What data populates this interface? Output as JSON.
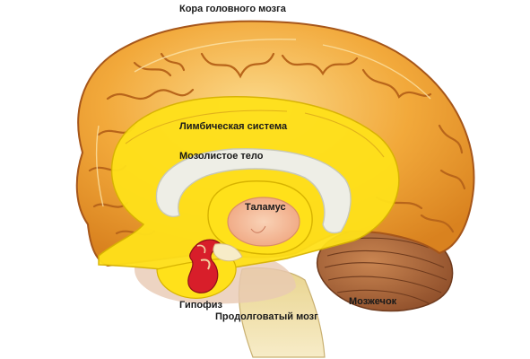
{
  "labels": {
    "cortex": "Кора головного мозга",
    "limbic_system": "Лимбическая система",
    "corpus_callosum": "Мозолистое тело",
    "thalamus": "Таламус",
    "pituitary": "Гипофиз",
    "medulla": "Продолговатый мозг",
    "cerebellum": "Мозжечок"
  },
  "colors": {
    "cortex": "#F2A93B",
    "cortex_highlight": "#FAD27A",
    "cortex_groove": "#B8651A",
    "limbic": "#FFE11A",
    "corpus_callosum": "#EEEEE6",
    "thalamus": "#F7C2A2",
    "pituitary": "#D81E2A",
    "cerebellum": "#A8663A",
    "brainstem": "#F0DFA6"
  }
}
